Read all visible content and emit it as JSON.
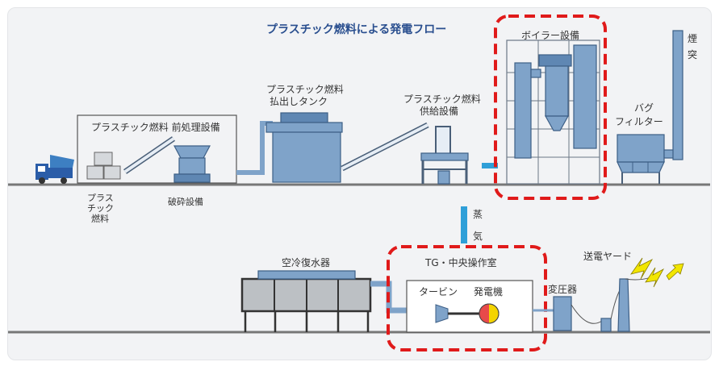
{
  "title": "プラスチック燃料による発電フロー",
  "labels": {
    "boiler": "ボイラー設備",
    "chimney_1": "煙",
    "chimney_2": "突",
    "tank_1": "プラスチック燃料",
    "tank_2": "払出しタンク",
    "supply_1": "プラスチック燃料",
    "supply_2": "供給設備",
    "pretreat": "プラスチック燃料 前処理設備",
    "bag_1": "バグ",
    "bag_2": "フィルター",
    "fuel_1": "プラス",
    "fuel_2": "チック",
    "fuel_3": "燃料",
    "crusher": "破砕設備",
    "steam_1": "蒸",
    "steam_2": "気",
    "condenser": "空冷復水器",
    "control_room": "TG・中央操作室",
    "turbine": "タービン",
    "generator": "発電機",
    "transformer": "変圧器",
    "yard": "送電ヤード"
  },
  "colors": {
    "equipment": "#7fa3c9",
    "equipment_dark": "#5f87b3",
    "pipe": "#2f9fd8",
    "highlight": "#e01a1a",
    "lightning": "#f2e600",
    "title": "#2a4f8f"
  },
  "icons": [
    "truck-icon",
    "lightning-icon",
    "arrow-icon",
    "generator-icon",
    "turbine-icon"
  ]
}
